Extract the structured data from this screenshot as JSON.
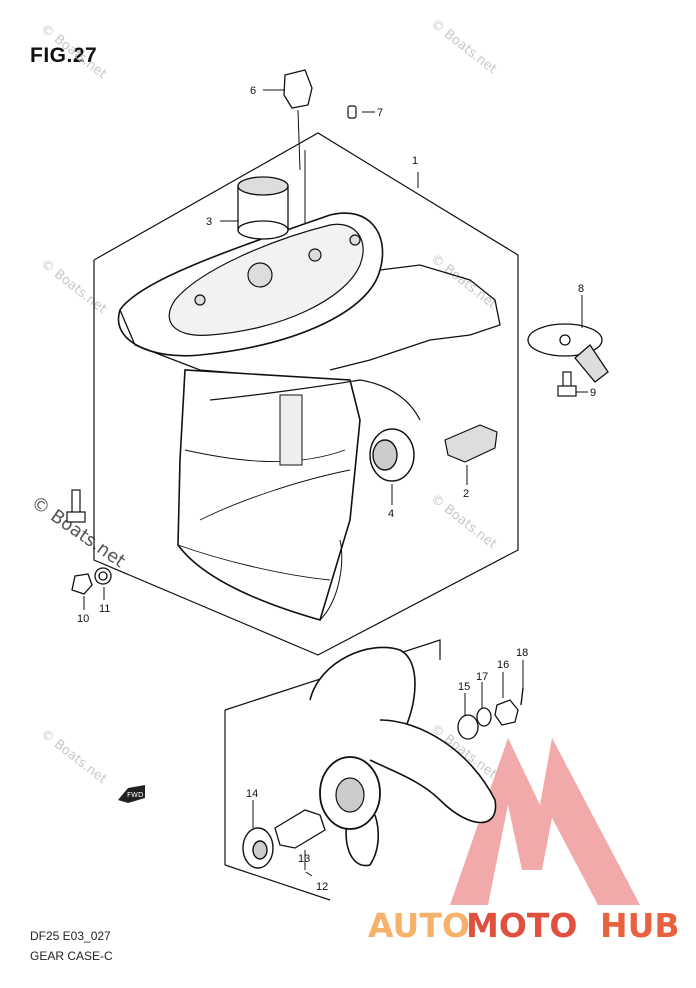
{
  "figure": {
    "title": "FIG.27",
    "code": "DF25 E03_027",
    "name": "GEAR CASE-C"
  },
  "callouts": [
    "1",
    "2",
    "3",
    "4",
    "6",
    "7",
    "8",
    "9",
    "10",
    "11",
    "12",
    "13",
    "14",
    "15",
    "16",
    "17",
    "18"
  ],
  "watermark": {
    "text": "© Boats.net"
  },
  "logo": {
    "part1": "AUTO",
    "part2": "MOTO",
    "part3": "HUB",
    "colors": {
      "auto": "#f6b26b",
      "moto": "#e0503f",
      "hub": "#e9623f",
      "triangle": "#ef9a9a"
    }
  },
  "fwd_label": "FWD"
}
